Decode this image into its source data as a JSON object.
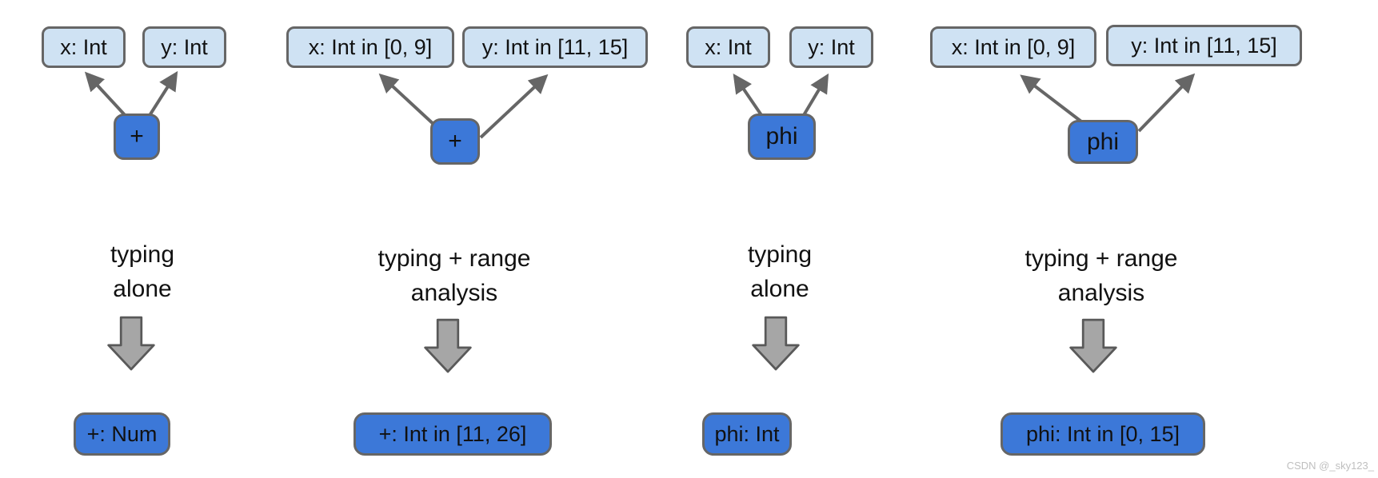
{
  "watermark": "CSDN @_sky123_",
  "colors": {
    "light_box_fill": "#cfe2f3",
    "blue_box_fill": "#3c78d8",
    "box_border": "#666666",
    "edge_line": "#666666",
    "block_arrow_fill": "#a6a6a6",
    "block_arrow_border": "#595959",
    "watermark_text": "#bfbfbf"
  },
  "columns": [
    {
      "inputs": [
        {
          "label": "x: Int"
        },
        {
          "label": "y: Int"
        }
      ],
      "operator": "+",
      "analysis": [
        "typing",
        "alone"
      ],
      "result": "+: Num"
    },
    {
      "inputs": [
        {
          "label": "x: Int in [0, 9]"
        },
        {
          "label": "y: Int in [11, 15]"
        }
      ],
      "operator": "+",
      "analysis": [
        "typing + range",
        "analysis"
      ],
      "result": "+: Int in [11, 26]"
    },
    {
      "inputs": [
        {
          "label": "x: Int"
        },
        {
          "label": "y: Int"
        }
      ],
      "operator": "phi",
      "analysis": [
        "typing",
        "alone"
      ],
      "result": "phi: Int"
    },
    {
      "inputs": [
        {
          "label": "x: Int in [0, 9]"
        },
        {
          "label": "y: Int in [11, 15]"
        }
      ],
      "operator": "phi",
      "analysis": [
        "typing + range",
        "analysis"
      ],
      "result": "phi: Int in [0, 15]"
    }
  ]
}
